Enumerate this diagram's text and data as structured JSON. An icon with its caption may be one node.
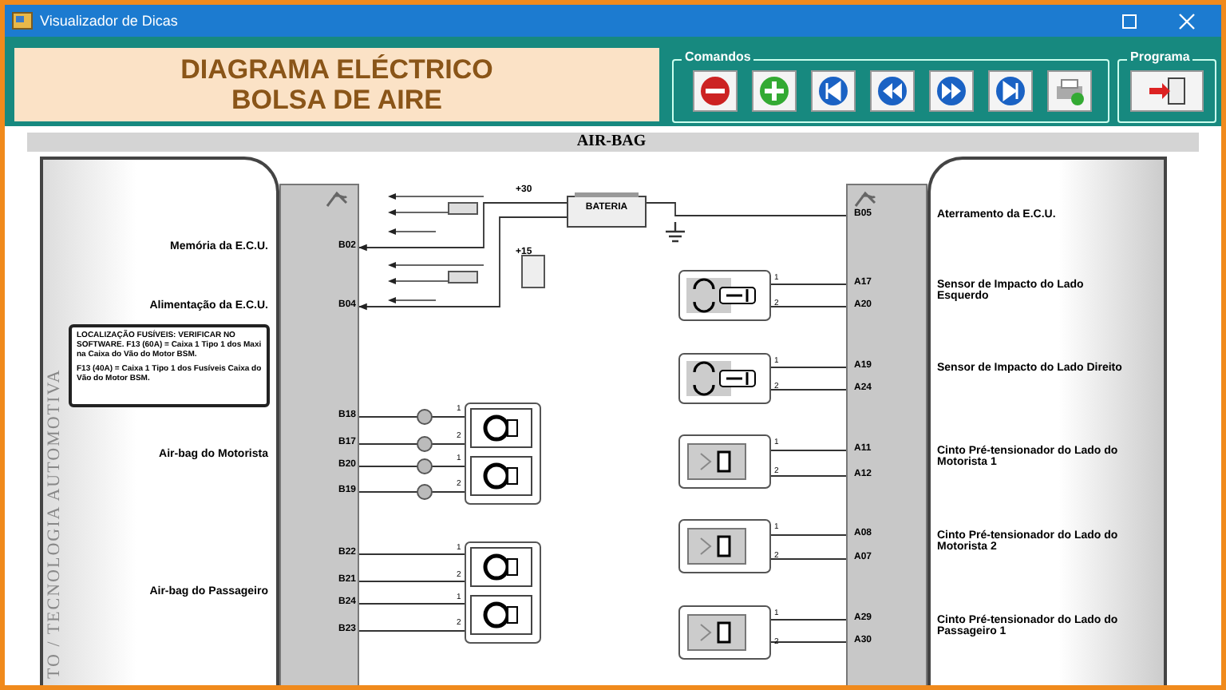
{
  "diagram": {
    "title": "DIAGRAMA ELÉCTRICO BOLSA DE AIRE",
    "nodes": [
      {
        "text": [],
        "shape": "bar"
      },
      {
        "text": [
          "LOCALIZAÇÃO FUSÍVEIS: VERIFICAR NO SOFTWARE. F13 (60A) = Caixa 1 Tipo 1 dos Maxi na Caixa do Vão do Motor BSM.",
          "F13 (40A) = Caixa 1 Tipo 1 dos Fusíveis Caixa do Vão do Motor BSM."
        ]
      },
      {
        "text": [
          "BATERIA"
        ]
      },
      {
        "text": [],
        "shape": "bar"
      },
      {
        "text": [],
        "shape": "picture",
        "beside": [
          "1",
          "2"
        ]
      },
      {
        "text": [],
        "shape": "picture",
        "beside": [
          "1",
          "2"
        ]
      },
      {
        "text": [],
        "shape": "picture",
        "beside": [
          "1",
          "2",
          "1",
          "2"
        ]
      },
      {
        "text": [],
        "shape": "picture",
        "beside": [
          "1",
          "2"
        ]
      },
      {
        "text": [],
        "shape": "picture",
        "beside": [
          "1",
          "2"
        ]
      },
      {
        "text": [],
        "shape": "picture",
        "beside": [
          "1",
          "2",
          "1",
          "2"
        ]
      },
      {
        "text": [],
        "shape": "picture",
        "beside": [
          "1",
          "2"
        ]
      }
    ],
    "edges": [
      {
        "from": 2,
        "to": 0,
        "arrow": "to"
      },
      {
        "from": 2,
        "to": 0,
        "arrow": "to"
      },
      {
        "from": 2,
        "to": 3,
        "arrow": "none"
      },
      {
        "from": 4,
        "to": 3,
        "arrow": "none"
      },
      {
        "from": 4,
        "to": 3,
        "arrow": "none"
      },
      {
        "from": 5,
        "to": 3,
        "arrow": "none"
      },
      {
        "from": 5,
        "to": 3,
        "arrow": "none"
      },
      {
        "from": 0,
        "to": 6,
        "arrow": "none"
      },
      {
        "from": 0,
        "to": 6,
        "arrow": "none"
      },
      {
        "from": 0,
        "to": 6,
        "arrow": "none"
      },
      {
        "from": 0,
        "to": 6,
        "arrow": "none"
      },
      {
        "from": 7,
        "to": 3,
        "arrow": "none"
      },
      {
        "from": 7,
        "to": 3,
        "arrow": "none"
      },
      {
        "from": 8,
        "to": 3,
        "arrow": "none"
      },
      {
        "from": 8,
        "to": 3,
        "arrow": "none"
      },
      {
        "from": 0,
        "to": 9,
        "arrow": "none"
      },
      {
        "from": 0,
        "to": 9,
        "arrow": "none"
      },
      {
        "from": 0,
        "to": 9,
        "arrow": "none"
      },
      {
        "from": 0,
        "to": 9,
        "arrow": "none"
      },
      {
        "from": 10,
        "to": 3,
        "arrow": "none"
      },
      {
        "from": 10,
        "to": 3,
        "arrow": "none"
      }
    ],
    "labels": [
      "Visualizador de Dicas",
      "Comandos",
      "Programa",
      "AIR-BAG",
      "TO / TECNOLOGIA AUTOMOTIVA",
      "+30",
      "B05",
      "Aterramento da E.C.U.",
      "Memória da E.C.U.",
      "B02",
      "+15",
      "A17",
      "A20",
      "Sensor de Impacto do Lado Esquerdo",
      "Alimentação da E.C.U.",
      "B04",
      "A19",
      "A24",
      "Sensor de Impacto do Lado Direito",
      "B18",
      "B17",
      "Air-bag do Motorista",
      "B20",
      "B19",
      "A11",
      "A12",
      "Cinto Pré-tensionador do Lado do Motorista 1",
      "B22",
      "A08",
      "A07",
      "Cinto Pré-tensionador do Lado do Motorista 2",
      "B21",
      "Air-bag do Passageiro",
      "B24",
      "B23",
      "A29",
      "A30",
      "Cinto Pré-tensionador do Lado do Passageiro 1"
    ]
  }
}
